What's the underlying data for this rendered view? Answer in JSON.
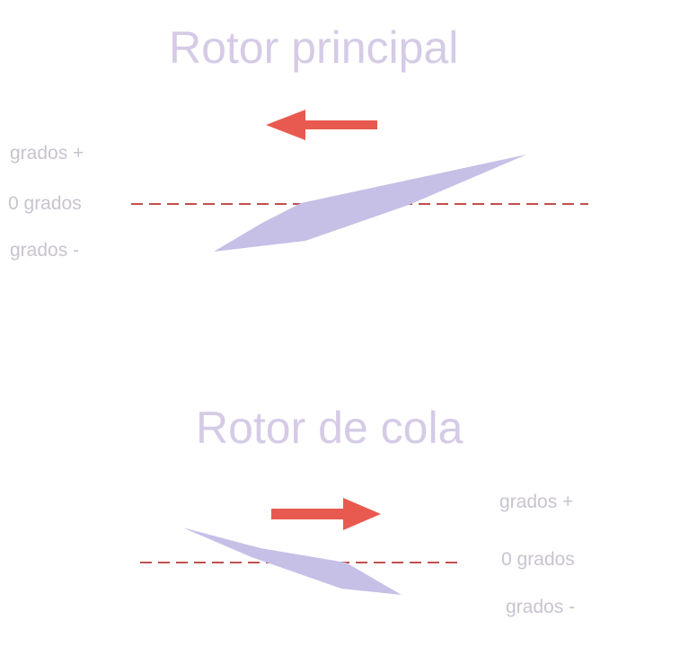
{
  "colors": {
    "background": "#ffffff",
    "title": "#d6cbe6",
    "label": "#c9c3cf",
    "arrow": "#e85a4f",
    "dashed_line": "#c0504d",
    "blade": "#c6bfe6"
  },
  "main_rotor": {
    "title": "Rotor principal",
    "labels": {
      "plus": "grados +",
      "zero": "0 grados",
      "minus": "grados -"
    },
    "arrow_direction": "left"
  },
  "tail_rotor": {
    "title": "Rotor de cola",
    "labels": {
      "plus": "grados +",
      "zero": "0 grados",
      "minus": "grados -"
    },
    "arrow_direction": "right"
  }
}
